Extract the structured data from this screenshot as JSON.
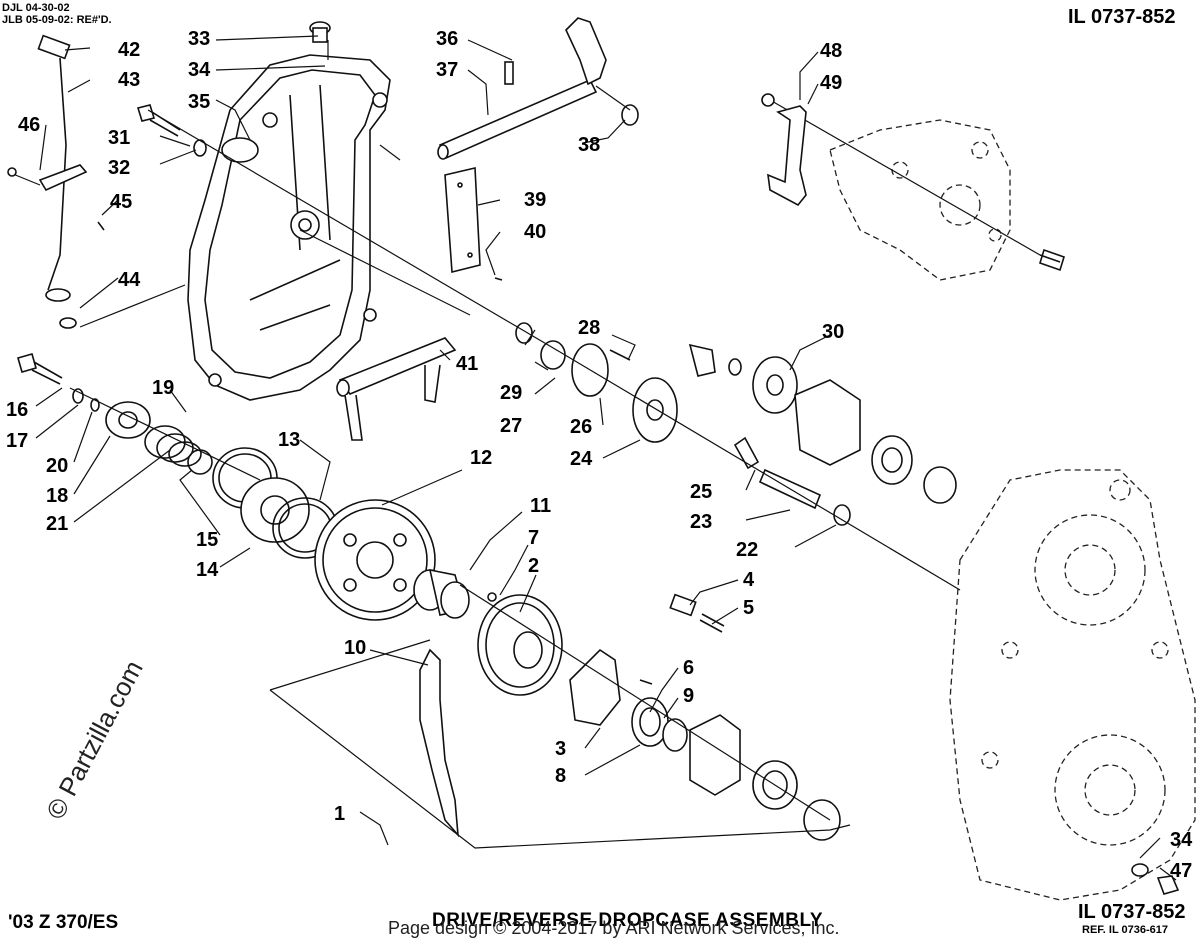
{
  "header": {
    "revision_line_1": "DJL 04-30-02",
    "revision_line_2": "JLB 05-09-02: RE#'D.",
    "illustration_id_top": "IL 0737-852",
    "illustration_id_bottom": "IL 0737-852",
    "reference": "REF. IL 0736-617"
  },
  "footer": {
    "model": "'03 Z 370/ES",
    "title": "DRIVE/REVERSE DROPCASE ASSEMBLY",
    "credit": "Page design © 2004-2017 by ARI Network Services, Inc."
  },
  "watermark": {
    "text": "© Partzilla.com",
    "small": "© Partzilla.com"
  },
  "callouts": {
    "c1": "1",
    "c2": "2",
    "c3": "3",
    "c4": "4",
    "c5": "5",
    "c6": "6",
    "c7": "7",
    "c8": "8",
    "c9": "9",
    "c10": "10",
    "c11": "11",
    "c12": "12",
    "c13": "13",
    "c14": "14",
    "c15": "15",
    "c16": "16",
    "c17": "17",
    "c18": "18",
    "c19": "19",
    "c20": "20",
    "c21": "21",
    "c22": "22",
    "c23": "23",
    "c24": "24",
    "c25": "25",
    "c26": "26",
    "c27": "27",
    "c28": "28",
    "c29": "29",
    "c30": "30",
    "c31": "31",
    "c32": "32",
    "c33": "33",
    "c34": "34",
    "c34b": "34",
    "c35": "35",
    "c36": "36",
    "c37": "37",
    "c38": "38",
    "c39": "39",
    "c40": "40",
    "c41": "41",
    "c42": "42",
    "c43": "43",
    "c44": "44",
    "c45": "45",
    "c46": "46",
    "c47": "47",
    "c48": "48",
    "c49": "49"
  }
}
